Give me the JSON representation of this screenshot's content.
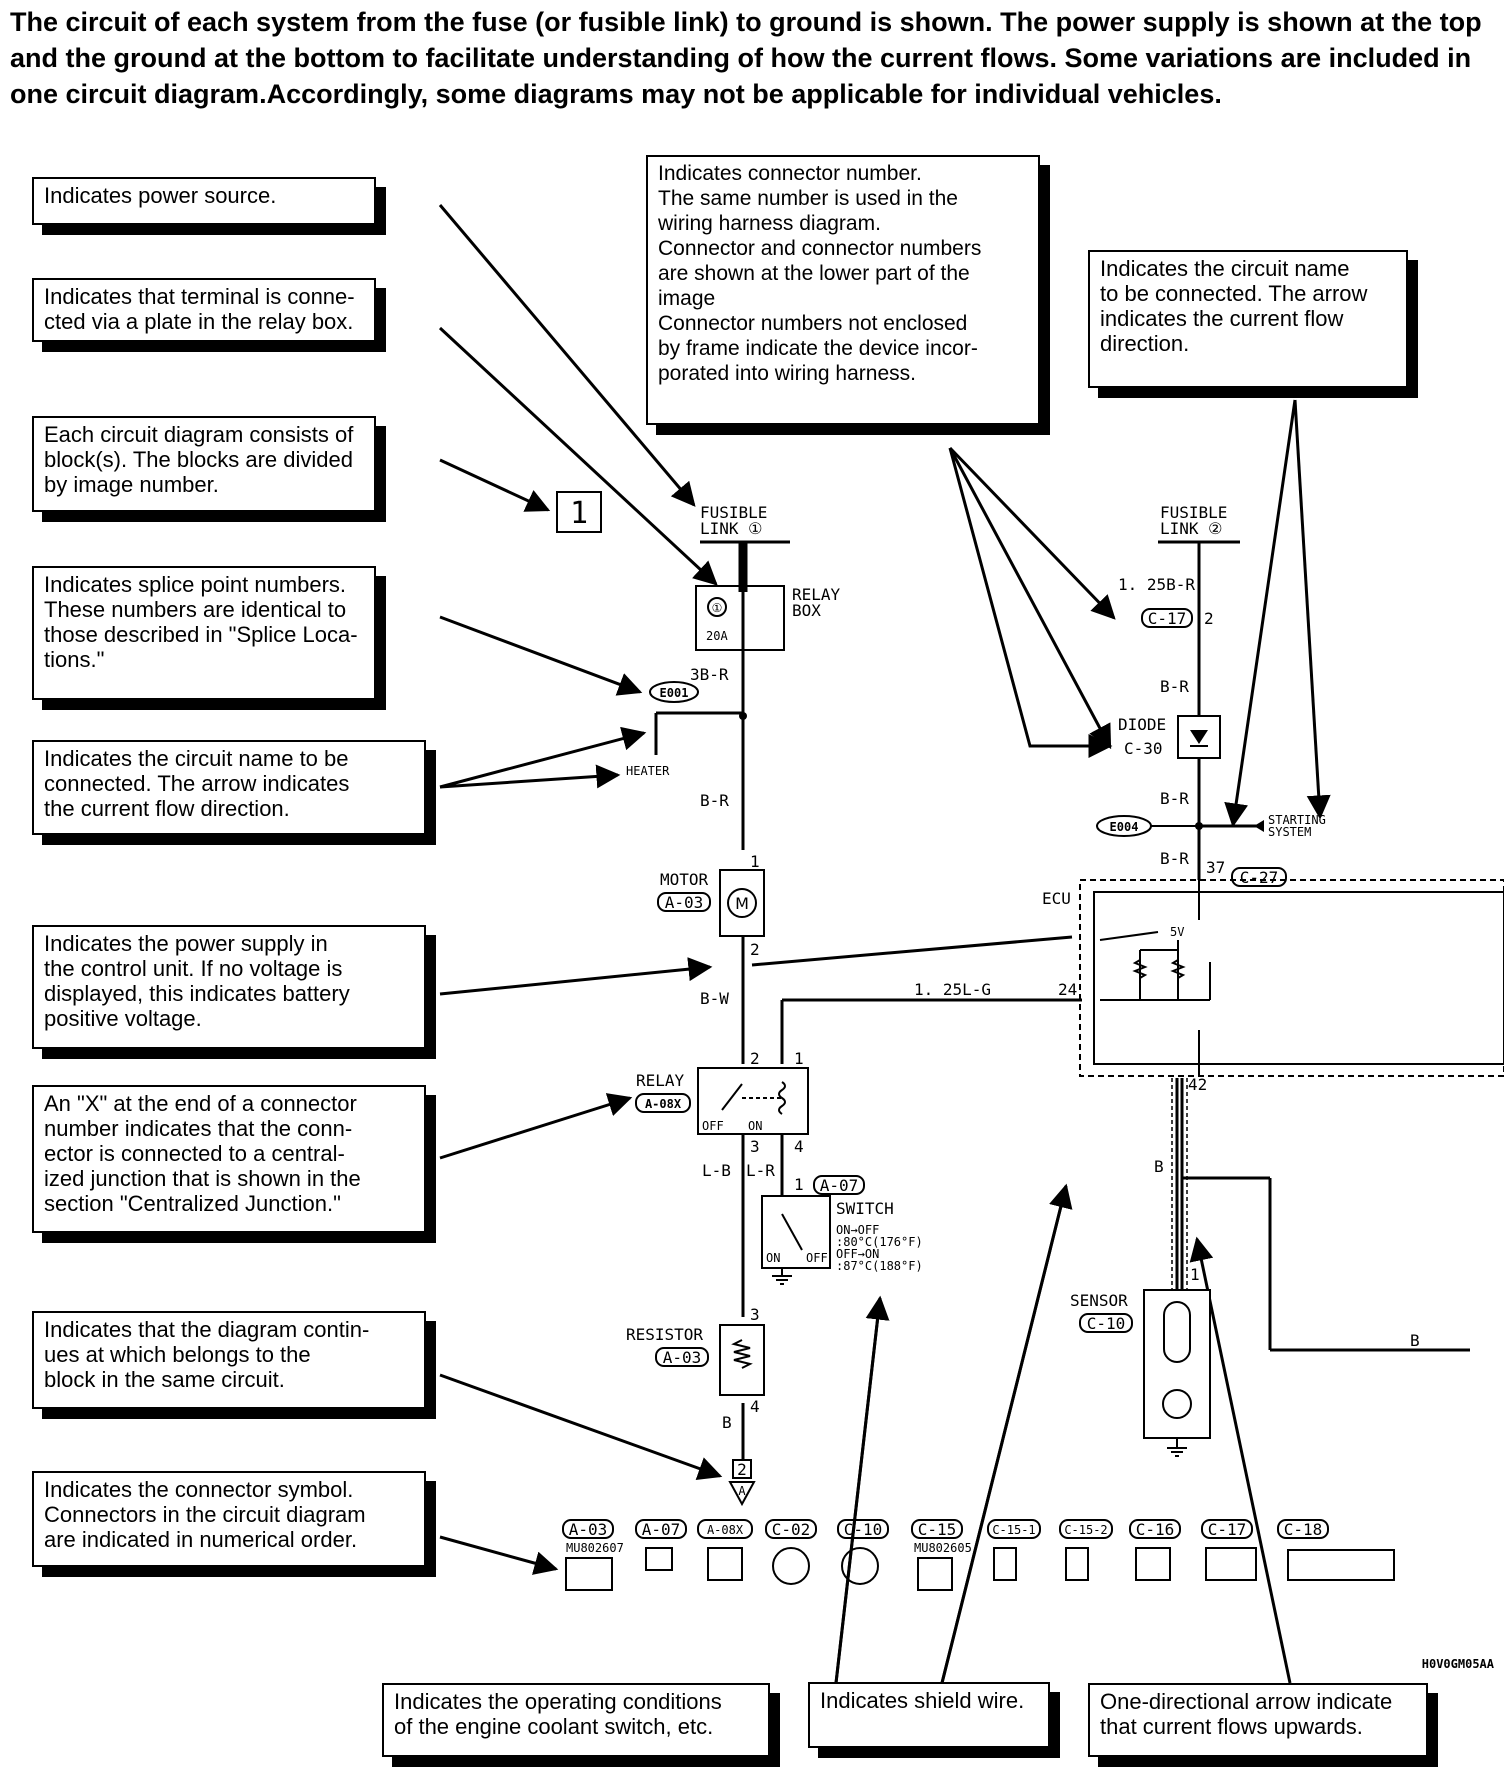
{
  "intro": "The circuit of each system from the fuse (or fusible link) to ground is shown. The power supply is shown at the top and the ground at the bottom to facilitate understanding of how the current flows. Some variations are included in one circuit diagram.Accordingly, some diagrams may not be applicable for individual vehicles.",
  "callouts": {
    "power_source": "Indicates power source.",
    "relay_plate": "Indicates that terminal is conne-\ncted via a plate in the relay box.",
    "blocks": "Each circuit diagram consists of\nblock(s). The blocks are divided\nby image number.",
    "splice": "Indicates splice point numbers.\nThese numbers are identical to\nthose described in \"Splice Loca-\ntions.\"",
    "circuit_name_left": "Indicates the circuit name to be\nconnected. The arrow indicates\nthe current flow direction.",
    "power_supply_cu": "Indicates the power supply in\nthe control unit. If no voltage is\ndisplayed, this indicates battery\npositive voltage.",
    "x_connector": "An \"X\" at the end of a connector\nnumber indicates that the conn-\nector is connected to a central-\nized junction that is shown in the\nsection \"Centralized Junction.\"",
    "continues": "Indicates that the diagram contin-\nues at       which belongs to the\n      block in the same circuit.",
    "connector_symbol": "Indicates the connector symbol.\nConnectors in the circuit diagram\nare indicated in numerical order.",
    "connector_number": "Indicates connector number.\nThe same number is used in the\nwiring harness diagram.\nConnector and connector numbers\nare shown at the lower part of the\nimage\nConnector numbers not enclosed\nby frame indicate the device incor-\nporated into wiring harness.",
    "circuit_name_right": "Indicates the circuit name\nto be connected. The arrow\nindicates the current flow\ndirection.",
    "operating_conditions": "Indicates the operating conditions\nof the engine coolant switch, etc.",
    "shield_wire": "Indicates shield wire.",
    "one_directional": "One-directional arrow indicate\nthat current flows upwards."
  },
  "diagram": {
    "block_number": "1",
    "fusible_link_1": [
      "FUSIBLE",
      "LINK ①"
    ],
    "fusible_link_2": [
      "FUSIBLE",
      "LINK ②"
    ],
    "relay_box": [
      "RELAY",
      "BOX"
    ],
    "relay_box_fuse_no": "①",
    "fuse_rating": "20A",
    "wire_3br": "3B-R",
    "splice_e001": "E001",
    "heater": "HEATER",
    "wire_br": "B-R",
    "motor": "MOTOR",
    "motor_conn": "A-03",
    "pin_1": "1",
    "pin_2": "2",
    "pin_3": "3",
    "pin_4": "4",
    "wire_bw": "B-W",
    "wire_125lg": "1. 25L-G",
    "pin_24": "24",
    "relay": "RELAY",
    "relay_conn": "A-08X",
    "off": "OFF",
    "on": "ON",
    "wire_lb": "L-B",
    "wire_lr": "L-R",
    "switch": "SWITCH",
    "switch_conn": "A-07",
    "switch_cond": [
      "ON→OFF",
      ":80°C(176°F)",
      "OFF→ON",
      ":87°C(188°F)"
    ],
    "resistor": "RESISTOR",
    "resistor_conn": "A-03",
    "wire_b": "B",
    "cont_block": "2",
    "cont_symbol": "A",
    "wire_125br": "1. 25B-R",
    "c17": "C-17",
    "diode": [
      "DIODE",
      "C-30"
    ],
    "splice_e004": "E004",
    "starting_system": [
      "STARTING",
      "SYSTEM"
    ],
    "pin_37": "37",
    "c27": "C-27",
    "ecu": "ECU",
    "v5": "5V",
    "pin_42": "42",
    "sensor": [
      "SENSOR",
      "C-10"
    ],
    "connectors": [
      "A-03",
      "A-07",
      "A-08X",
      "C-02",
      "C-10",
      "C-15",
      "C-15-1",
      "C-15-2",
      "C-16",
      "C-17",
      "C-18"
    ],
    "part_no_1": "MU802607",
    "part_no_2": "MU802605",
    "image_code": "H0V0GM05AA"
  }
}
